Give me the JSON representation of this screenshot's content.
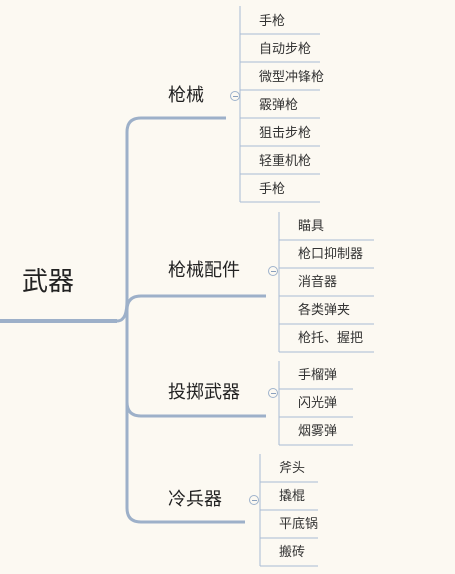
{
  "mindmap": {
    "root": "武器",
    "categories": [
      {
        "label": "枪械",
        "items": [
          "手枪",
          "自动步枪",
          "微型冲锋枪",
          "霰弹枪",
          "狙击步枪",
          "轻重机枪",
          "手枪"
        ]
      },
      {
        "label": "枪械配件",
        "items": [
          "瞄具",
          "枪口抑制器",
          "消音器",
          "各类弹夹",
          "枪托、握把"
        ]
      },
      {
        "label": "投掷武器",
        "items": [
          "手榴弹",
          "闪光弹",
          "烟雾弹"
        ]
      },
      {
        "label": "冷兵器",
        "items": [
          "斧头",
          "撬棍",
          "平底锅",
          "搬砖"
        ]
      }
    ]
  },
  "colors": {
    "background": "#fcf9f2",
    "root_line": "#9db0c9",
    "branch_line": "#9db0c9",
    "leaf_line": "#a9bcd4"
  }
}
